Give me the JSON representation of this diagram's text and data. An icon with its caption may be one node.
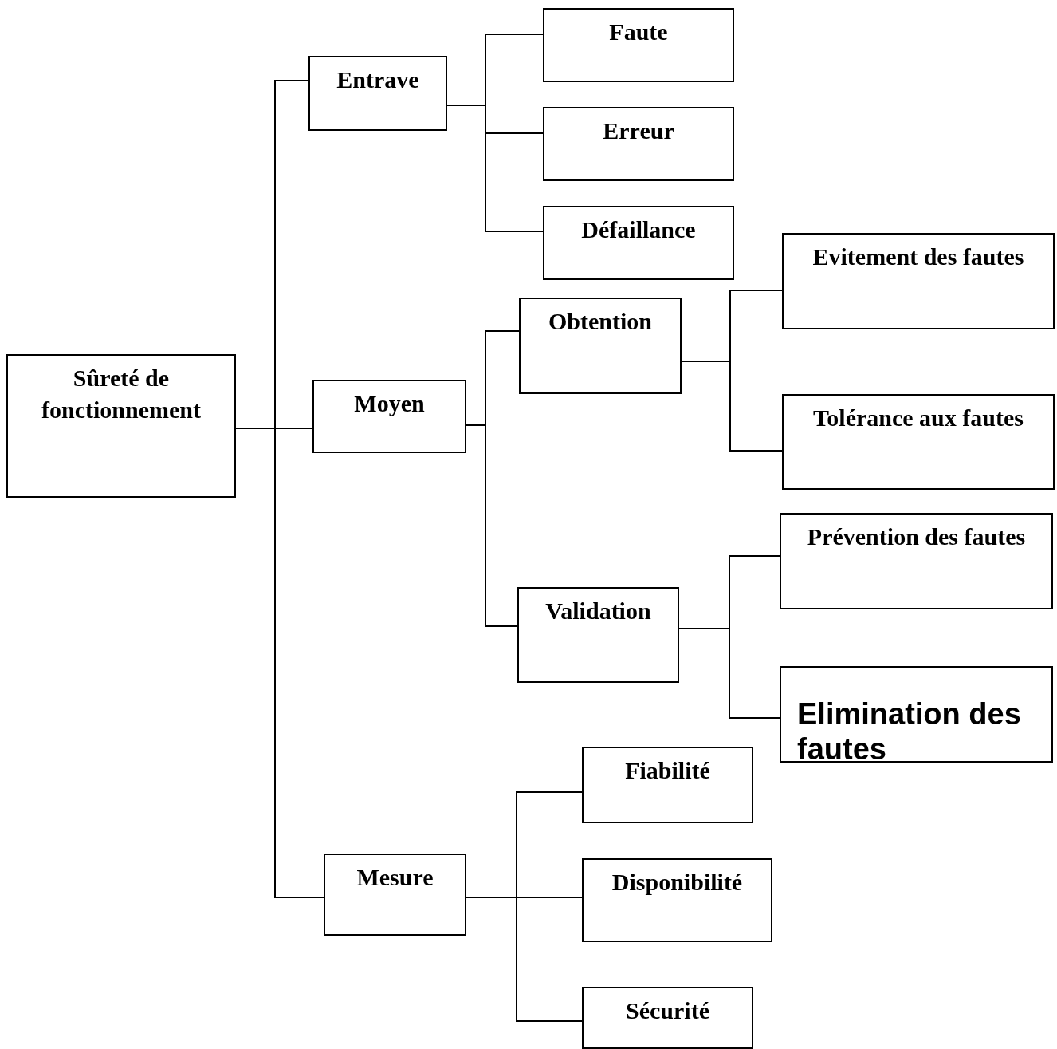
{
  "diagram": {
    "nodes": [
      {
        "text": [
          "Sûreté de fonctionnement"
        ]
      },
      {
        "text": [
          "Entrave"
        ]
      },
      {
        "text": [
          "Moyen"
        ]
      },
      {
        "text": [
          "Mesure"
        ]
      },
      {
        "text": [
          "Faute"
        ]
      },
      {
        "text": [
          "Erreur"
        ]
      },
      {
        "text": [
          "Défaillance"
        ]
      },
      {
        "text": [
          "Obtention"
        ]
      },
      {
        "text": [
          "Validation"
        ]
      },
      {
        "text": [
          "Evitement des fautes"
        ]
      },
      {
        "text": [
          "Tolérance aux fautes"
        ]
      },
      {
        "text": [
          "Prévention des fautes"
        ]
      },
      {
        "text": [
          "Elimination des fautes"
        ]
      },
      {
        "text": [
          "Fiabilité"
        ]
      },
      {
        "text": [
          "Disponibilité"
        ]
      },
      {
        "text": [
          "Sécurité"
        ]
      }
    ],
    "edges": [
      {
        "from": 0,
        "to": 1,
        "arrow": "none"
      },
      {
        "from": 0,
        "to": 2,
        "arrow": "none"
      },
      {
        "from": 0,
        "to": 3,
        "arrow": "none"
      },
      {
        "from": 1,
        "to": 4,
        "arrow": "none"
      },
      {
        "from": 1,
        "to": 5,
        "arrow": "none"
      },
      {
        "from": 1,
        "to": 6,
        "arrow": "none"
      },
      {
        "from": 2,
        "to": 7,
        "arrow": "none"
      },
      {
        "from": 2,
        "to": 8,
        "arrow": "none"
      },
      {
        "from": 7,
        "to": 9,
        "arrow": "none"
      },
      {
        "from": 7,
        "to": 10,
        "arrow": "none"
      },
      {
        "from": 8,
        "to": 11,
        "arrow": "none"
      },
      {
        "from": 8,
        "to": 12,
        "arrow": "none"
      },
      {
        "from": 3,
        "to": 13,
        "arrow": "none"
      },
      {
        "from": 3,
        "to": 14,
        "arrow": "none"
      },
      {
        "from": 3,
        "to": 15,
        "arrow": "none"
      }
    ]
  }
}
